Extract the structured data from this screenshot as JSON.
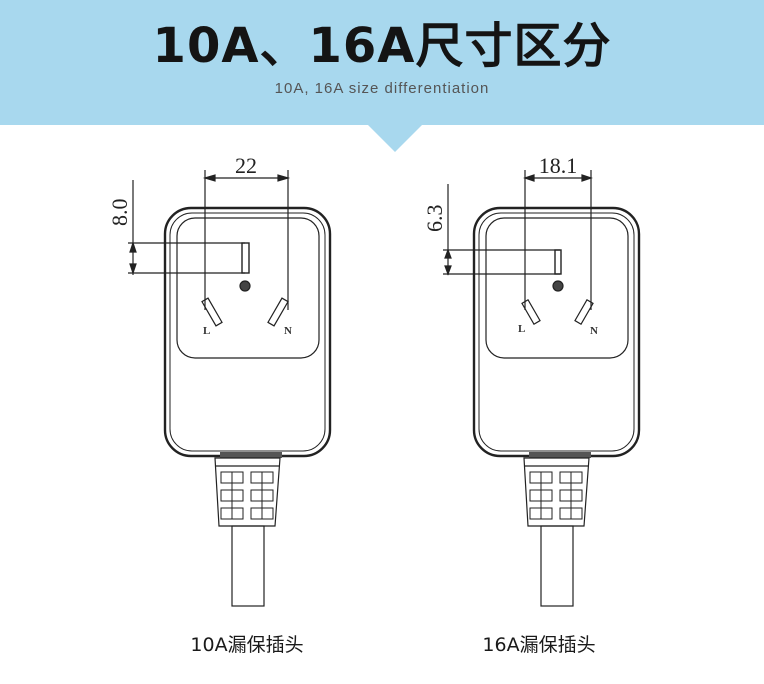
{
  "header": {
    "title": "10A、16A尺寸区分",
    "subtitle": "10A, 16A size differentiation",
    "background_color": "#a8d8ee"
  },
  "plugs": [
    {
      "caption": "10A漏保插头",
      "width_dim": "22",
      "height_dim": "8.0",
      "pin_labels": {
        "left": "L",
        "right": "N"
      }
    },
    {
      "caption": "16A漏保插头",
      "width_dim": "18.1",
      "height_dim": "6.3",
      "pin_labels": {
        "left": "L",
        "right": "N"
      }
    }
  ]
}
